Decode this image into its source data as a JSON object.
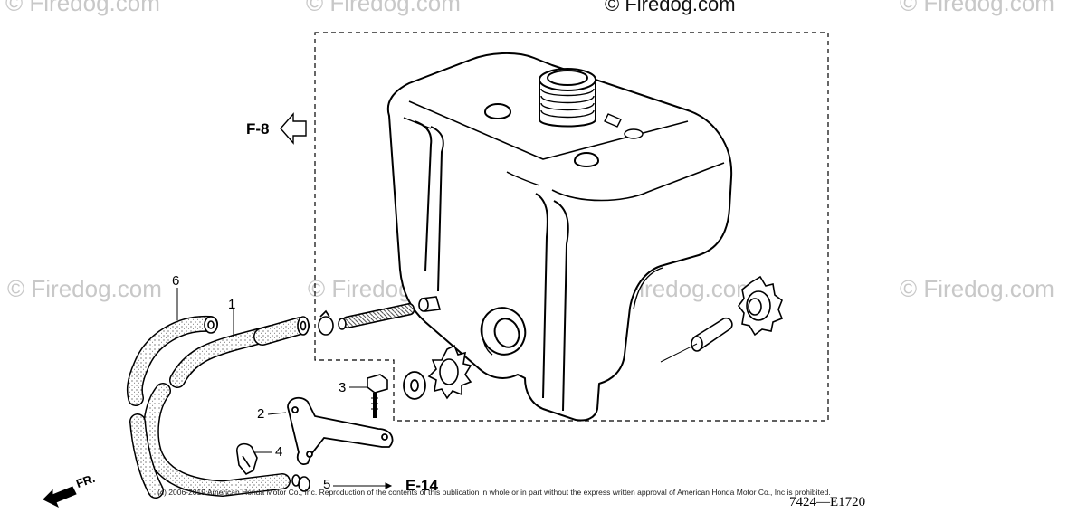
{
  "watermarks": {
    "top_center": "© Firedog.com",
    "faint": "© Firedog.com"
  },
  "callouts": [
    "1",
    "2",
    "3",
    "4",
    "5",
    "6"
  ],
  "references": {
    "f8": "F-8",
    "e14": "E-14",
    "fr": "FR."
  },
  "copyright": "(c) 2006-2019 American Honda Motor Co., Inc. Reproduction of the contents of this publication in whole or in part without the express written approval of American Honda Motor Co., Inc is prohibited.",
  "diagram_code": "7424—E1720",
  "colors": {
    "line": "#000000",
    "watermark": "#c8c8c8",
    "background": "#ffffff"
  }
}
